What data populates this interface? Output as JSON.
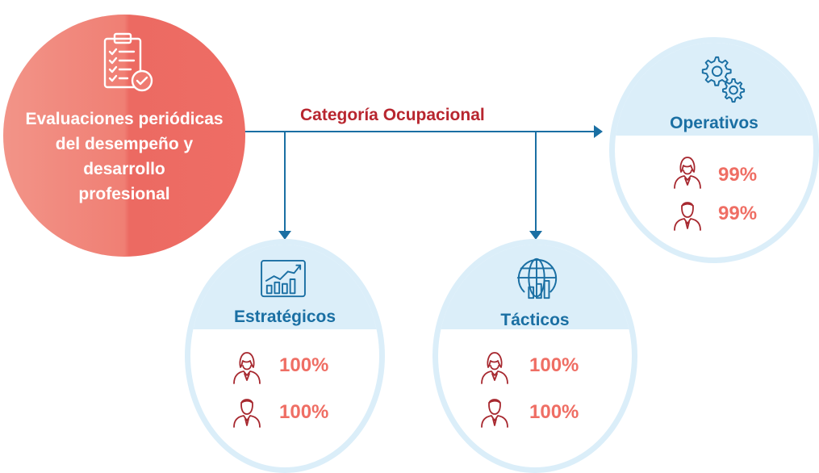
{
  "source": {
    "title_lines": [
      "Evaluaciones periódicas",
      "del desempeño y",
      "desarrollo",
      "profesional"
    ],
    "icon": "clipboard-checklist-icon"
  },
  "connector": {
    "label": "Categoría Ocupacional",
    "color": "#1a6fa3"
  },
  "categories": [
    {
      "name": "Estratégicos",
      "icon": "growth-chart-icon",
      "women_pct": "100%",
      "men_pct": "100%"
    },
    {
      "name": "Tácticos",
      "icon": "globe-chart-icon",
      "women_pct": "100%",
      "men_pct": "100%"
    },
    {
      "name": "Operativos",
      "icon": "gears-icon",
      "women_pct": "99%",
      "men_pct": "99%"
    }
  ],
  "colors": {
    "source_fill": "#ef7b71",
    "category_ring": "#dbeef9",
    "category_title": "#1a6fa3",
    "percent": "#ef6e64",
    "person_icon": "#a7282f",
    "label": "#b8262f"
  }
}
